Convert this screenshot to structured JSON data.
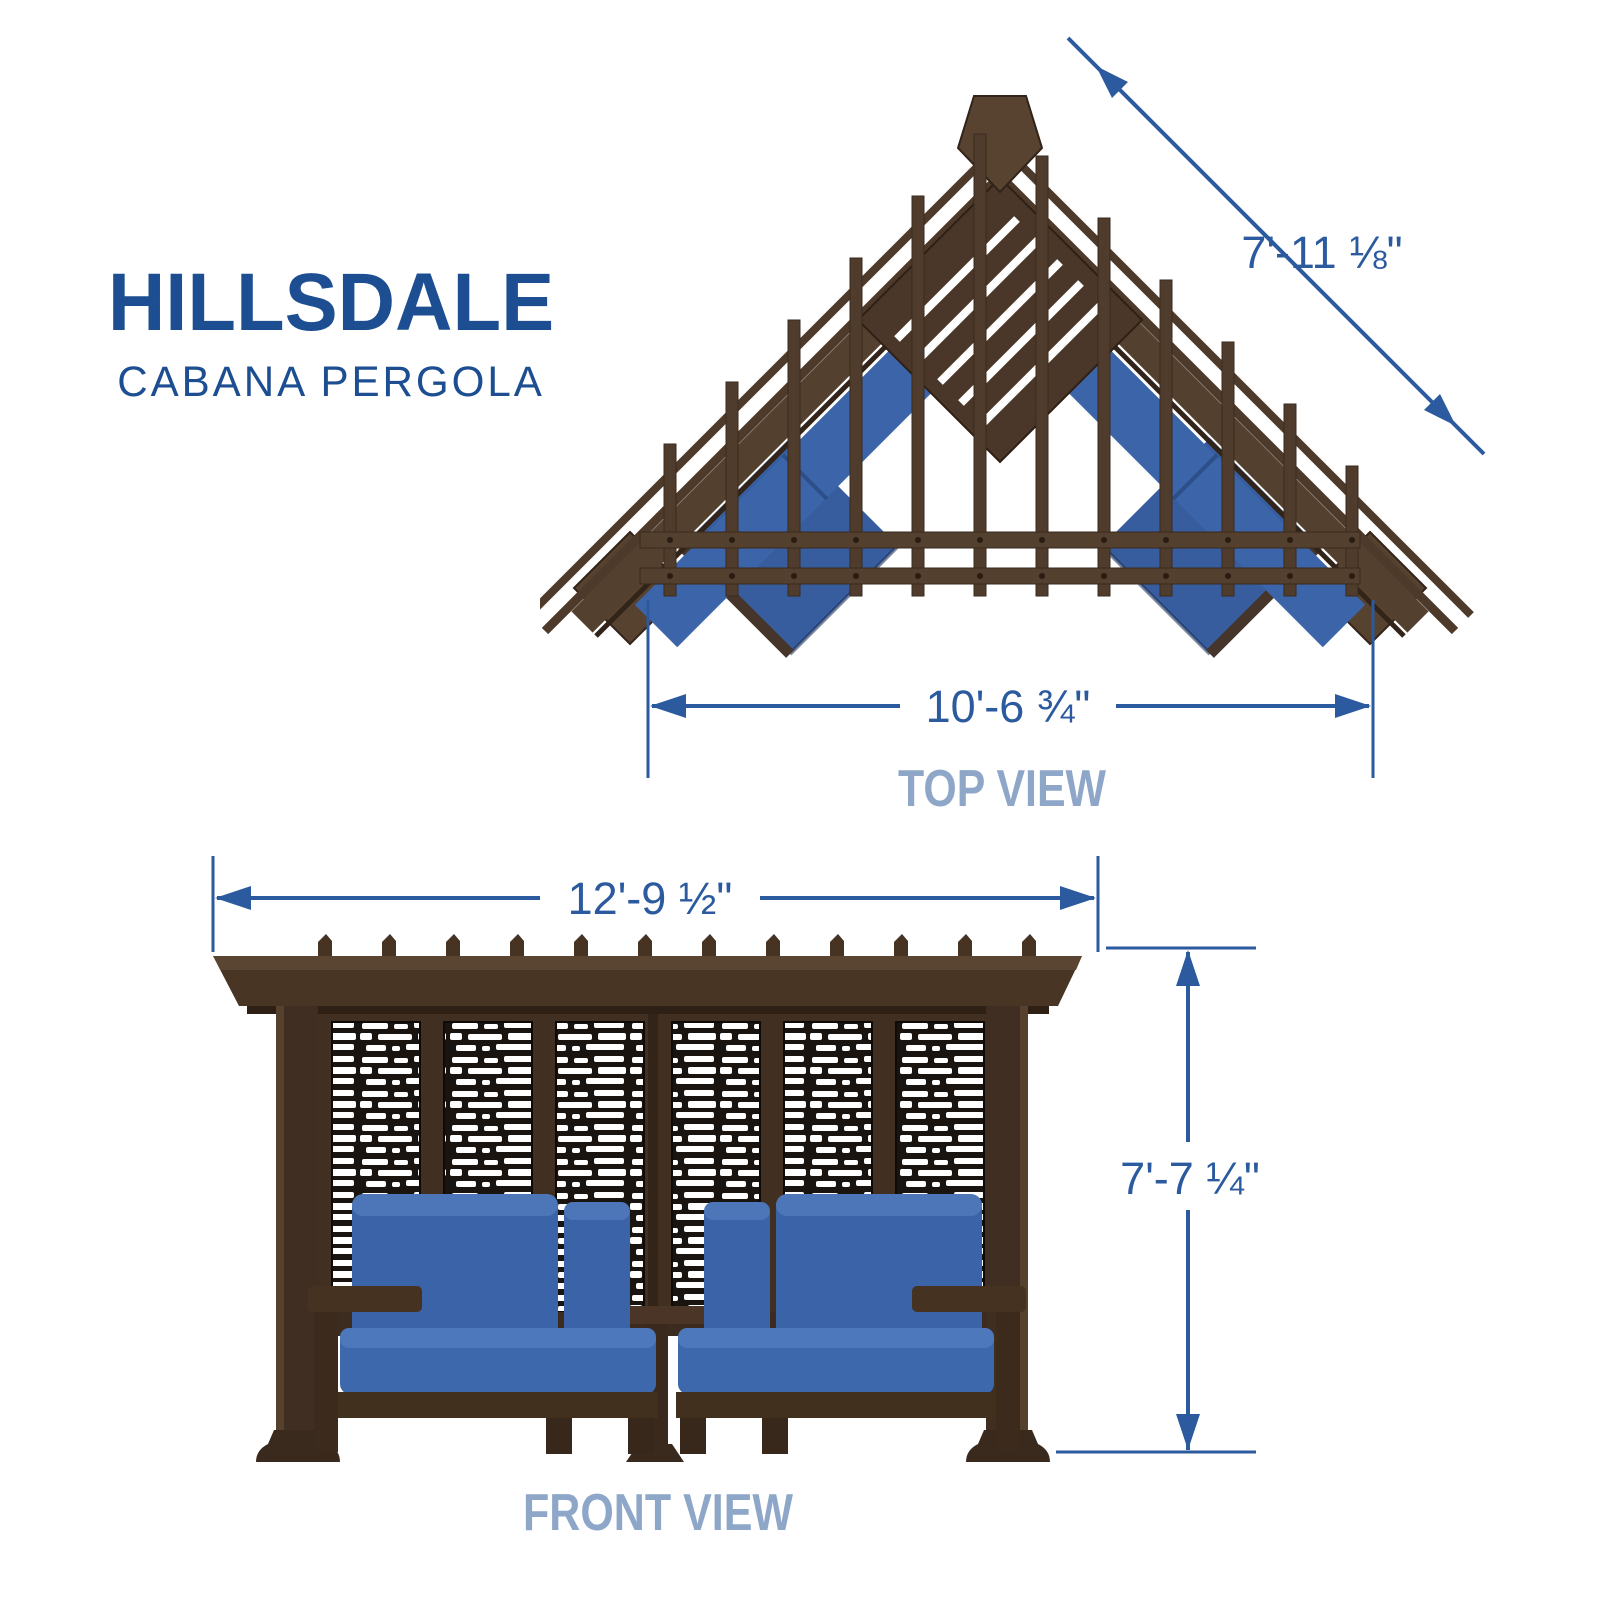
{
  "branding": {
    "title": "HILLSDALE",
    "subtitle": "CABANA PERGOLA"
  },
  "top_view": {
    "label": "TOP VIEW",
    "dim_diagonal": "7'-11 ⅛\"",
    "dim_width": "10'-6 ¾\""
  },
  "front_view": {
    "label": "FRONT VIEW",
    "dim_width": "12'-9 ½\"",
    "dim_height": "7'-7 ¼\""
  },
  "colors": {
    "background": "#ffffff",
    "title_blue": "#1d4e91",
    "dimension_blue": "#2b5a9e",
    "view_label_blue": "#8ea7c9",
    "frame_brown": "#4a3628",
    "frame_brown_dark": "#33241a",
    "frame_brown_light": "#57422f",
    "cushion_blue": "#3a63a8",
    "cushion_blue_light": "#4c76b8",
    "lattice_panel_black": "#1a1410",
    "lattice_cutout_white": "#ffffff"
  }
}
